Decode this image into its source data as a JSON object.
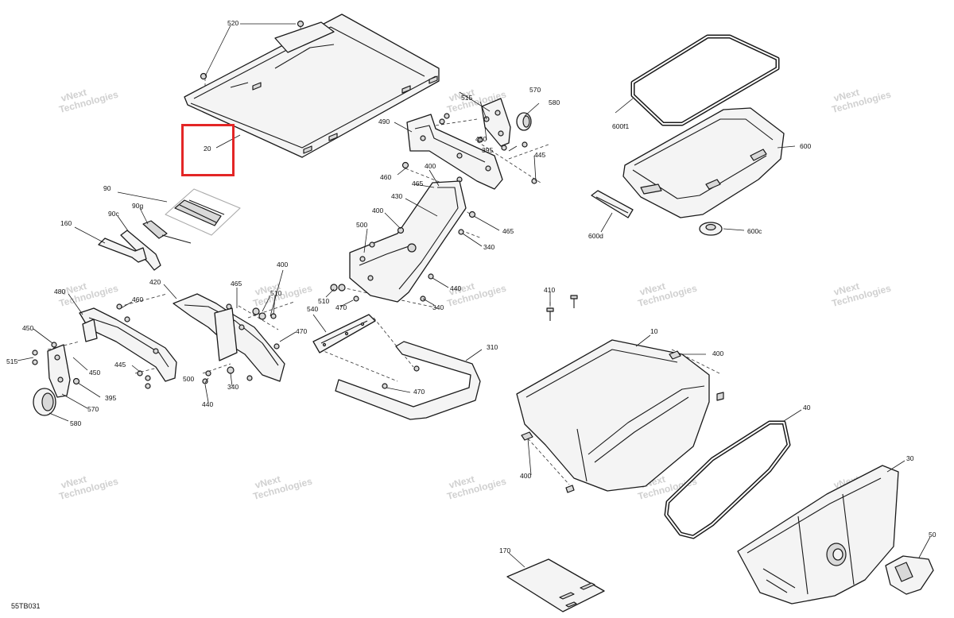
{
  "diagram_code": "55TB031",
  "watermark": {
    "line1": "vNext",
    "line2": "Technologies"
  },
  "highlight_color": "#e32626",
  "callouts": {
    "c520": "520",
    "c20": "20",
    "c490": "490",
    "c515a": "515",
    "c570a": "570",
    "c580a": "580",
    "c450a": "450",
    "c395a": "395",
    "c445a": "445",
    "c460a": "460",
    "c400a": "400",
    "c465a": "465",
    "c430": "430",
    "c400b": "400",
    "c465b": "465",
    "c500a": "500",
    "c340a": "340",
    "c600f1": "600f1",
    "c600": "600",
    "c600d": "600d",
    "c600c": "600c",
    "c90": "90",
    "c90c": "90c",
    "c90g": "90g",
    "c160": "160",
    "c420": "420",
    "c465c": "465",
    "c400c": "400",
    "c510a": "510",
    "c510b": "510",
    "c470a": "470",
    "c440a": "440",
    "c340b": "340",
    "c480": "480",
    "c460b": "460",
    "c450b": "450",
    "c515b": "515",
    "c450c": "450",
    "c445b": "445",
    "c395b": "395",
    "c570b": "570",
    "c580b": "580",
    "c470b": "470",
    "c500b": "500",
    "c340c": "340",
    "c440b": "440",
    "c540": "540",
    "c310": "310",
    "c470c": "470",
    "c410": "410",
    "c10": "10",
    "c400d": "400",
    "c40": "40",
    "c400e": "400",
    "c30": "30",
    "c50": "50",
    "c170": "170"
  }
}
